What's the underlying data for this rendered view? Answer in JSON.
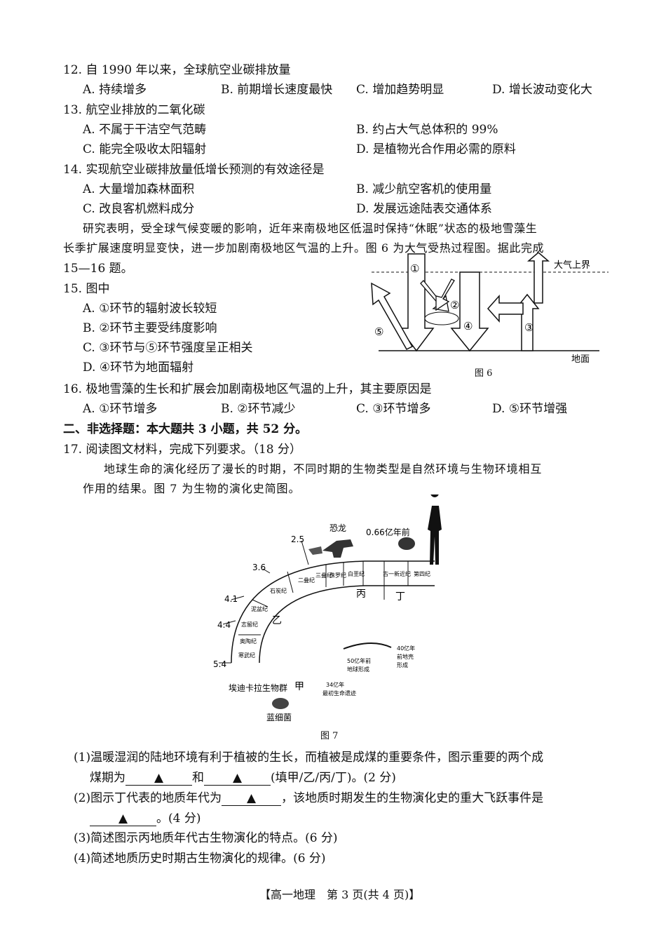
{
  "q12": {
    "stem": "12. 自 1990 年以来，全球航空业碳排放量",
    "A": "A. 持续增多",
    "B": "B. 前期增长速度最快",
    "C": "C. 增加趋势明显",
    "D": "D. 增长波动变化大"
  },
  "q13": {
    "stem": "13. 航空业排放的二氧化碳",
    "A": "A. 不属于干洁空气范畴",
    "B": "B. 约占大气总体积的 99%",
    "C": "C. 能完全吸收太阳辐射",
    "D": "D. 是植物光合作用必需的原料"
  },
  "q14": {
    "stem": "14. 实现航空业碳排放量低增长预测的有效途径是",
    "A": "A. 大量增加森林面积",
    "B": "B. 减少航空客机的使用量",
    "C": "C. 改良客机燃料成分",
    "D": "D. 发展远途陆表交通体系"
  },
  "passage1": {
    "line1": "研究表明，受全球气候变暖的影响，近年来南极地区低温时保持“休眠”状态的极地雪藻生",
    "line2": "长季扩展速度明显变快，进一步加剧南极地区气温的上升。图 6 为大气受热过程图。据此完成",
    "line3": "15—16 题。"
  },
  "q15": {
    "stem": "15. 图中",
    "A": "A. ①环节的辐射波长较短",
    "B": "B. ②环节主要受纬度影响",
    "C": "C. ③环节与⑤环节强度呈正相关",
    "D": "D. ④环节为地面辐射"
  },
  "fig6": {
    "top_label": "大气上界",
    "ground_label": "地面",
    "caption": "图 6",
    "n1": "①",
    "n2": "②",
    "n3": "③",
    "n4": "④",
    "n5": "⑤"
  },
  "q16": {
    "stem": "16. 极地雪藻的生长和扩展会加剧南极地区气温的上升，其主要原因是",
    "A": "A. ①环节增多",
    "B": "B. ②环节减少",
    "C": "C. ③环节增多",
    "D": "D. ⑤环节增强"
  },
  "section2": "二、非选择题：本大题共 3 小题，共 52 分。",
  "q17": {
    "stem": "17. 阅读图文材料，完成下列要求。（18 分）",
    "p1": "地球生命的演化经历了漫长的时期，不同时期的生物类型是自然环境与生物环境相互",
    "p2": "作用的结果。图 7 为生物的演化史简图。",
    "s1a": "(1)温暖湿润的陆地环境有利于植被的生长，而植被是成煤的重要条件，图示重要的两个成",
    "s1b": "煤期为",
    "s1c": "和",
    "s1d": "(填甲/乙/丙/丁)。(2 分)",
    "s2a": "(2)图示丁代表的地质年代为",
    "s2b": "，该地质时期发生的生物演化史的重大飞跃事件是",
    "s2c": "。(4 分)",
    "s3": "(3)简述图示丙地质年代古生物演化的特点。(6 分)",
    "s4": "(4)简述地质历史时期古生物演化的规律。(6 分)",
    "mark": "▲"
  },
  "fig7": {
    "caption": "图 7",
    "ages": [
      "2.5",
      "3.6",
      "4.1",
      "4.4",
      "5.4"
    ],
    "dino": "恐龙",
    "age066": "0.66亿年前",
    "periods": [
      "寒武纪",
      "奥陶纪",
      "志留纪",
      "泥盆纪",
      "石炭纪",
      "二叠纪",
      "三叠纪",
      "侏罗纪",
      "白垩纪",
      "古一新近纪",
      "第四纪"
    ],
    "eras": [
      "甲",
      "乙",
      "丙",
      "丁"
    ],
    "ediacara": "埃迪卡拉生物群",
    "cyano": "蓝细菌",
    "e50": "50亿年前",
    "e50b": "地球形成",
    "e40": "40亿年",
    "e40b": "前地壳",
    "e40c": "形成",
    "e34": "34亿年",
    "e34b": "最初生命遗迹"
  },
  "footer": "【高一地理　第 3 页(共 4 页)】"
}
